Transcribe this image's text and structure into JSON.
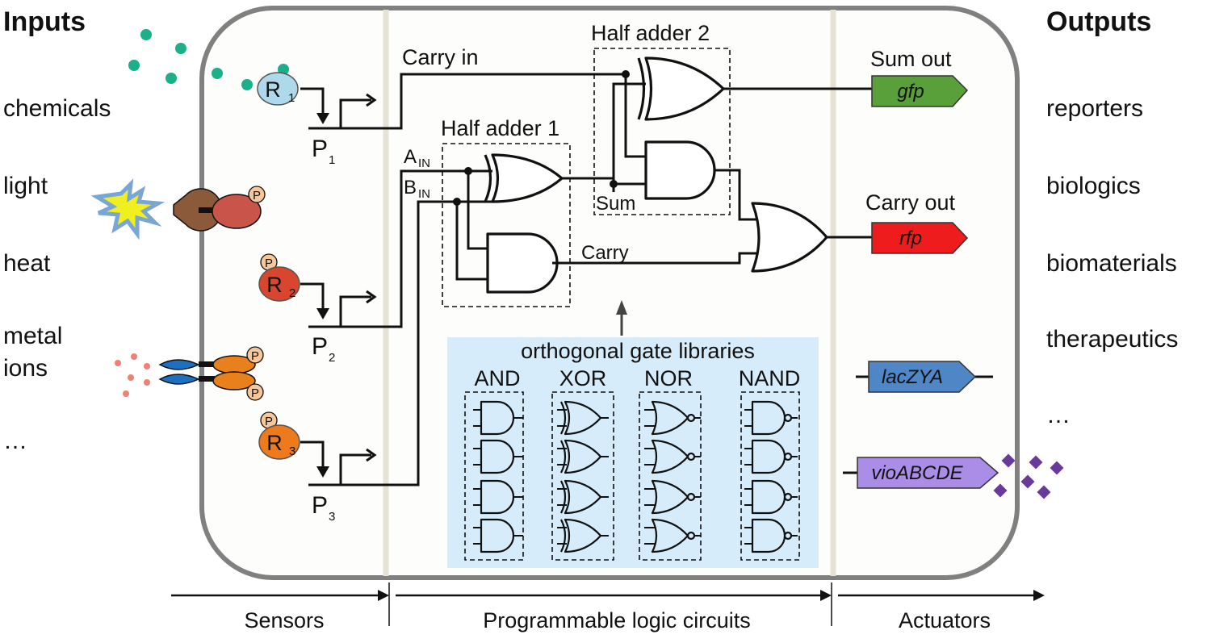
{
  "headers": {
    "inputs": "Inputs",
    "outputs": "Outputs"
  },
  "inputs": [
    "chemicals",
    "light",
    "heat",
    "metal",
    "ions",
    "…"
  ],
  "outputs": [
    "reporters",
    "biologics",
    "biomaterials",
    "therapeutics",
    "…"
  ],
  "sensors": {
    "r1": "R",
    "r1_sub": "1",
    "r2": "R",
    "r2_sub": "2",
    "r3": "R",
    "r3_sub": "3",
    "p1": "P",
    "p1_sub": "1",
    "p2": "P",
    "p2_sub": "2",
    "p3": "P",
    "p3_sub": "3",
    "phospho": "P"
  },
  "circuit": {
    "carry_in": "Carry in",
    "half_adder_1": "Half adder 1",
    "half_adder_2": "Half adder 2",
    "a_in": "A",
    "a_in_sub": "IN",
    "b_in": "B",
    "b_in_sub": "IN",
    "sum": "Sum",
    "carry": "Carry"
  },
  "library": {
    "title": "orthogonal gate libraries",
    "types": [
      "AND",
      "XOR",
      "NOR",
      "NAND"
    ]
  },
  "actuators": {
    "sum_out": "Sum out",
    "carry_out": "Carry out",
    "genes": [
      "gfp",
      "rfp",
      "lacZYA",
      "vioABCDE"
    ]
  },
  "axis": {
    "sensors": "Sensors",
    "logic": "Programmable logic circuits",
    "actuators": "Actuators"
  },
  "colors": {
    "gfp": "#5aa03a",
    "rfp": "#ee1c1c",
    "lacZYA": "#4f86c6",
    "vioABCDE": "#a98de6",
    "library_bg": "#d6ecfb",
    "chemical_dots": "#1bb08a",
    "ion_dots": "#f08070",
    "violacein": "#6a3a9a",
    "r1": "#aed9ea",
    "r2": "#d8462e",
    "r3": "#ee7a1e"
  }
}
